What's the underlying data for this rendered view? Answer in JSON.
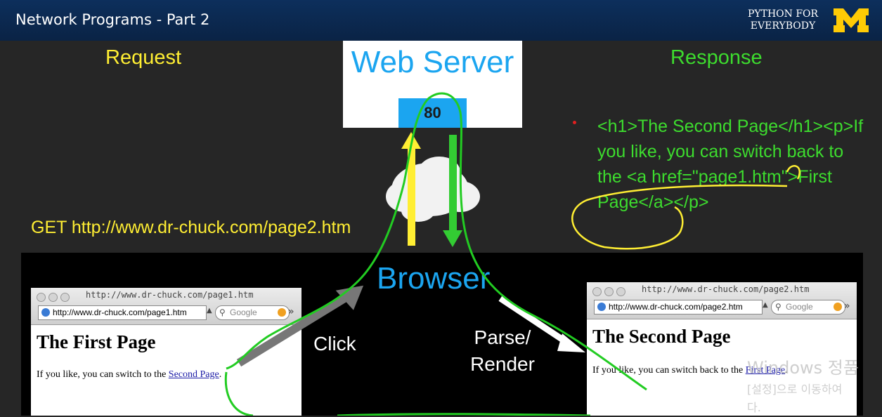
{
  "header": {
    "title": "Network Programs - Part 2",
    "brand_line1": "PYTHON FOR",
    "brand_line2": "EVERYBODY",
    "logo": "M"
  },
  "diagram": {
    "request_label": "Request",
    "response_label": "Response",
    "server_title": "Web Server",
    "port": "80",
    "get_request": "GET http://www.dr-chuck.com/page2.htm",
    "response_html": "<h1>The Second Page</h1><p>If you like, you can switch back to the <a href=\"page1.htm\">First Page</a></p>",
    "browser_title": "Browser",
    "click_label": "Click",
    "parse_label_1": "Parse/",
    "parse_label_2": "Render"
  },
  "window1": {
    "title": "http://www.dr-chuck.com/page1.htm",
    "url": "http://www.dr-chuck.com/page1.htm",
    "search_placeholder": "Google",
    "heading": "The First Page",
    "text_before": "If you like, you can switch to the ",
    "link": "Second Page",
    "text_after": "."
  },
  "window2": {
    "title": "http://www.dr-chuck.com/page2.htm",
    "url": "http://www.dr-chuck.com/page2.htm",
    "search_placeholder": "Google",
    "heading": "The Second Page",
    "text_before": "If you like, you can switch back to the ",
    "link": "First Page",
    "text_after": "."
  },
  "watermark": {
    "line1": "Windows 정품",
    "line2": "[설정]으로 이동하여",
    "line3": "다."
  },
  "colors": {
    "header_bg": "#0d2f5c",
    "accent_blue": "#1ba5f0",
    "yellow": "#ffee33",
    "green": "#3ddc2e",
    "logo_yellow": "#ffcb05"
  },
  "icons": [
    "globe-icon",
    "search-icon",
    "chevron-right-icon",
    "window-dots-icon",
    "cloud-icon"
  ]
}
